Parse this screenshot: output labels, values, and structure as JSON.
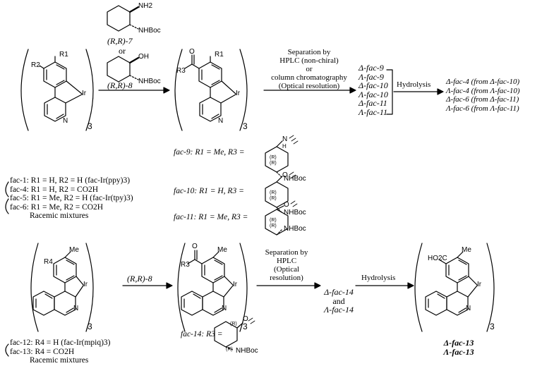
{
  "top": {
    "reagent7_amine": "NH2",
    "reagent7_boc": "NHBoc",
    "reagent7_label": "(R,R)-7",
    "or_text": "or",
    "reagent8_oh": "OH",
    "reagent8_boc": "NHBoc",
    "reagent8_label": "(R,R)-8",
    "sm_R1": "R1",
    "sm_R2": "R2",
    "sm_Ir": "Ir",
    "sm_N": "N",
    "sm_sub3": "3",
    "ester_R3": "R3",
    "ester_R1": "R1",
    "ester_O": "O",
    "ester_Ir": "Ir",
    "ester_N": "N",
    "ester_sub3": "3",
    "separation_lines": [
      "Separation by",
      "HPLC (non-chiral)",
      "or",
      "column chromatography",
      "(Optical resolution)"
    ],
    "separated": [
      "Δ-fac-9",
      "Λ-fac-9",
      "Δ-fac-10",
      "Λ-fac-10",
      "Δ-fac-11",
      "Λ-fac-11"
    ],
    "hydrolysis": "Hydrolysis",
    "products": [
      "Δ-fac-4 (from Δ-fac-10)",
      "Λ-fac-4 (from Λ-fac-10)",
      "Δ-fac-6 (from Δ-fac-11)",
      "Λ-fac-6 (from Λ-fac-11)"
    ],
    "sm_list": [
      "fac-1: R1 = H, R2 = H (fac-Ir(ppy)3)",
      "fac-4: R1 = H, R2 = CO2H",
      "fac-5: R1 = Me, R2 = H (fac-Ir(tpy)3)",
      "fac-6: R1 = Me, R2 = CO2H"
    ],
    "racemic": "Racemic mixtures",
    "fac9": "fac-9: R1 = Me, R3 =",
    "fac10": "fac-10: R1 = H, R3 =",
    "fac11": "fac-11: R1 = Me, R3 =",
    "frag_N": "N",
    "frag_H": "H",
    "frag_O": "O",
    "frag_R": "(R)",
    "frag_boc": "NHBoc"
  },
  "bottom": {
    "sm_R4": "R4",
    "sm_Me": "Me",
    "sm_Ir": "Ir",
    "sm_N": "N",
    "sm_sub3": "3",
    "reagent": "(R,R)-8",
    "ester_R3": "R3",
    "ester_O": "O",
    "ester_Me": "Me",
    "ester_Ir": "Ir",
    "ester_N": "N",
    "ester_sub3": "3",
    "separation_lines": [
      "Separation by",
      "HPLC",
      "(Optical",
      "resolution)"
    ],
    "separated": [
      "Δ-fac-14",
      "and",
      "Λ-fac-14"
    ],
    "hydrolysis": "Hydrolysis",
    "prod_acid": "HO2C",
    "prod_Me": "Me",
    "prod_Ir": "Ir",
    "prod_N": "N",
    "prod_sub3": "3",
    "products": [
      "Δ-fac-13",
      "Λ-fac-13"
    ],
    "sm_list": [
      "fac-12: R4 = H (fac-Ir(mpiq)3)",
      "fac-13: R4 = CO2H"
    ],
    "racemic": "Racemic mixtures",
    "fac14": "fac-14: R3 =",
    "frag_O": "O",
    "frag_R": "(R)",
    "frag_boc": "NHBoc"
  }
}
